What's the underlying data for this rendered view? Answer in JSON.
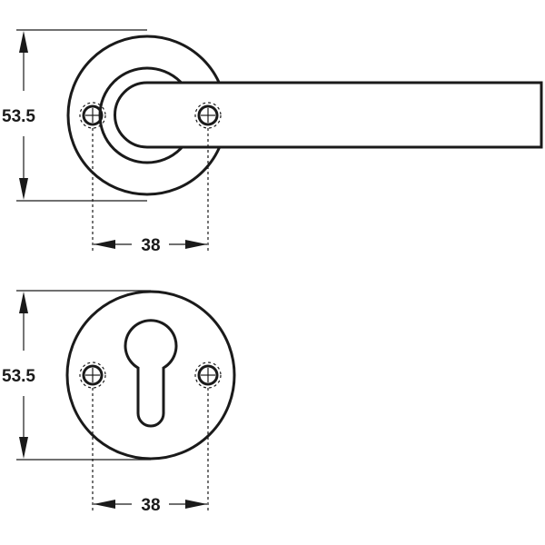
{
  "dimensions": {
    "lever_rose_diameter": "53.5",
    "lever_rose_screw_spacing": "38",
    "escutcheon_diameter": "53.5",
    "escutcheon_screw_spacing": "38"
  },
  "colors": {
    "line": "#1a1a1a",
    "background": "#ffffff"
  }
}
